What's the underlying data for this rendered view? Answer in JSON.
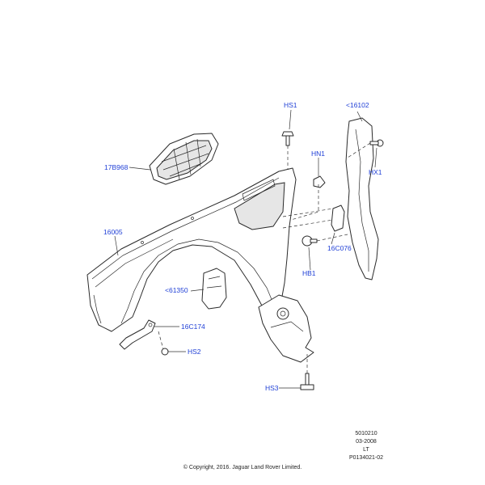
{
  "callouts": {
    "hs1": "HS1",
    "p16102": "<16102",
    "p17b968": "17B968",
    "hn1": "HN1",
    "hx1": "HX1",
    "p16005": "16005",
    "p16c076": "16C076",
    "hb1": "HB1",
    "p61350": "<61350",
    "p16c174": "16C174",
    "hs2": "HS2",
    "hs3": "HS3"
  },
  "meta": {
    "line1": "5010210",
    "line2": "03-2008",
    "line3": "LT",
    "line4": "P0134021-02"
  },
  "copyright": "© Copyright, 2016. Jaguar Land Rover Limited.",
  "colors": {
    "callout": "#1f3fd6",
    "line": "#2a2a2a"
  }
}
